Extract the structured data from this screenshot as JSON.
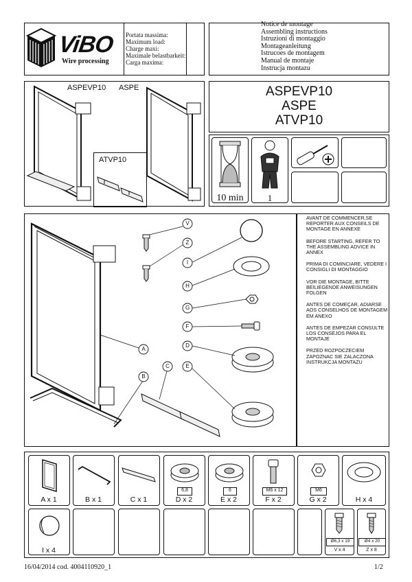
{
  "brand": {
    "name": "ViBO",
    "tagline": "Wire processing"
  },
  "load_labels": [
    "Portata massima:",
    "Maximum load:",
    "Charge maxi:",
    "Maximale belastbarkeit:",
    "Carga maxima:"
  ],
  "instruction_titles": [
    "Notice de montage",
    "Assembling instructions",
    "Istruzioni di montaggio",
    "Montageanleitung",
    "Istrucoes de montagem",
    "Manual de montaje",
    "Instrucja montazu"
  ],
  "variants": {
    "a": "ASPEVP10",
    "b": "ASPE",
    "c": "ATVP10"
  },
  "product_codes": [
    "ASPEVP10",
    "ASPE",
    "ATVP10"
  ],
  "assembly": {
    "time": "10 min",
    "persons": "1"
  },
  "advice": [
    "AVANT DE COMMENCER,SE REPORTER AUX CONSEILS DE MONTAGE EN ANNEXE",
    "BEFORE STARTING, REFER TO THE ASSEMBLING ADVICE IN ANNEX",
    "PRIMA DI COMINCIARE, VEDERE I CONSIGLI DI MONTAGGIO",
    "VOR DIE MONTAGE, BITTE BEILIEGENDE ANWEISUNGEN FOLGEN",
    "ANTES DE COMEÇAR, ADIARSE AOS CONSELHOS DE MONTAGEM EM ANEXO",
    "ANTES DE EMPEZAR CONSULTE LOS CONSEJOS PARA EL MONTAJE",
    "PRZED ROZPOCZECIEM ZAPOZNAC SIE ZALACZONA INSTRUKCJA MONTAZU"
  ],
  "part_letters": [
    "V",
    "Z",
    "I",
    "H",
    "G",
    "F",
    "D",
    "E",
    "A",
    "B",
    "C"
  ],
  "parts": [
    {
      "label": "A x 1",
      "code": ""
    },
    {
      "label": "B x 1",
      "code": ""
    },
    {
      "label": "C x 1",
      "code": ""
    },
    {
      "label": "D x 2",
      "code": "6,8"
    },
    {
      "label": "E x 2",
      "code": "6"
    },
    {
      "label": "F x 2",
      "code": "M6 x 12"
    },
    {
      "label": "G x 2",
      "code": "M6"
    },
    {
      "label": "H x 4",
      "code": ""
    }
  ],
  "parts_row2": [
    {
      "label": "I x 4",
      "code": ""
    },
    {
      "label": "V x 4",
      "code": "Ø6,3 x 19"
    },
    {
      "label": "Z x 8",
      "code": "Ø4 x 20"
    }
  ],
  "footer": {
    "date_code": "16/04/2014 cod. 4004110920_1",
    "page": "1/2"
  }
}
